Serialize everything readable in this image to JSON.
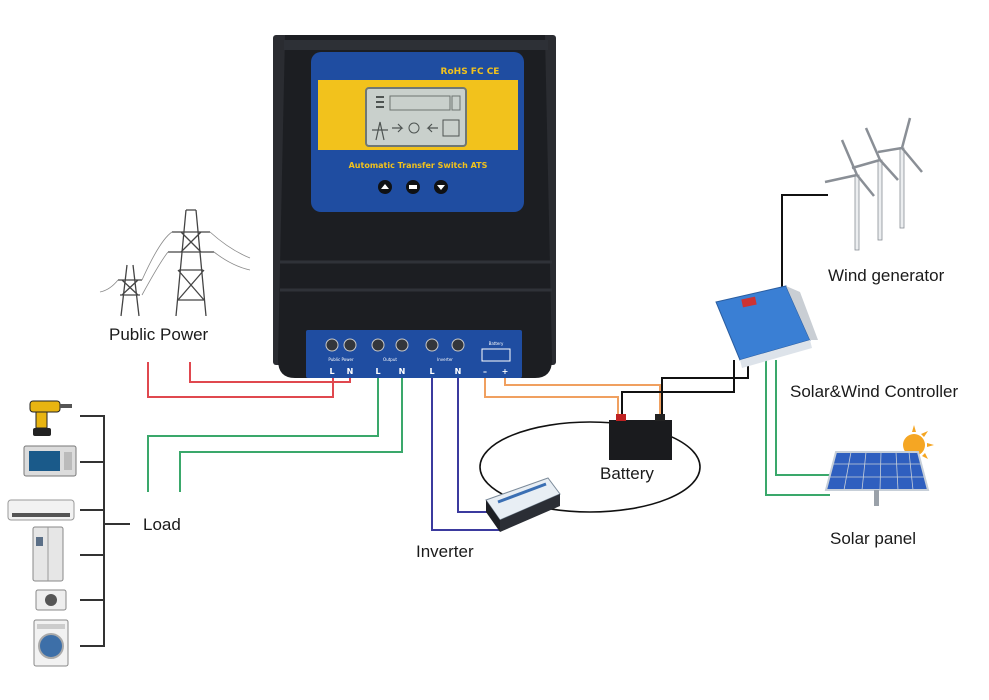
{
  "labels": {
    "public_power": "Public Power",
    "load": "Load",
    "inverter": "Inverter",
    "battery": "Battery",
    "wind_generator": "Wind generator",
    "controller": "Solar&Wind Controller",
    "solar_panel": "Solar panel"
  },
  "device": {
    "brand_marks": "RoHS FC CE",
    "title": "Automatic Transfer Switch ATS",
    "terminal_groups": [
      "Public Power",
      "Output",
      "Inverter",
      "Battery"
    ],
    "terminal_letters": [
      "L",
      "N",
      "L",
      "N",
      "L",
      "N",
      "–",
      "+"
    ]
  },
  "colors": {
    "device_body": "#1c1e22",
    "panel_blue": "#1f4da1",
    "panel_yellow": "#f2c21c",
    "wire_red": "#e0484f",
    "wire_green": "#3aa86b",
    "wire_blue": "#3b3a9e",
    "wire_orange": "#f0a060",
    "wire_black": "#111111"
  },
  "icons": [
    "drill-icon",
    "microwave-icon",
    "air-conditioner-icon",
    "fridge-icon",
    "camera-icon",
    "washing-machine-icon",
    "pylon-icon",
    "wind-turbine-icon",
    "solar-panel-icon",
    "battery-icon",
    "inverter-icon",
    "controller-icon"
  ]
}
